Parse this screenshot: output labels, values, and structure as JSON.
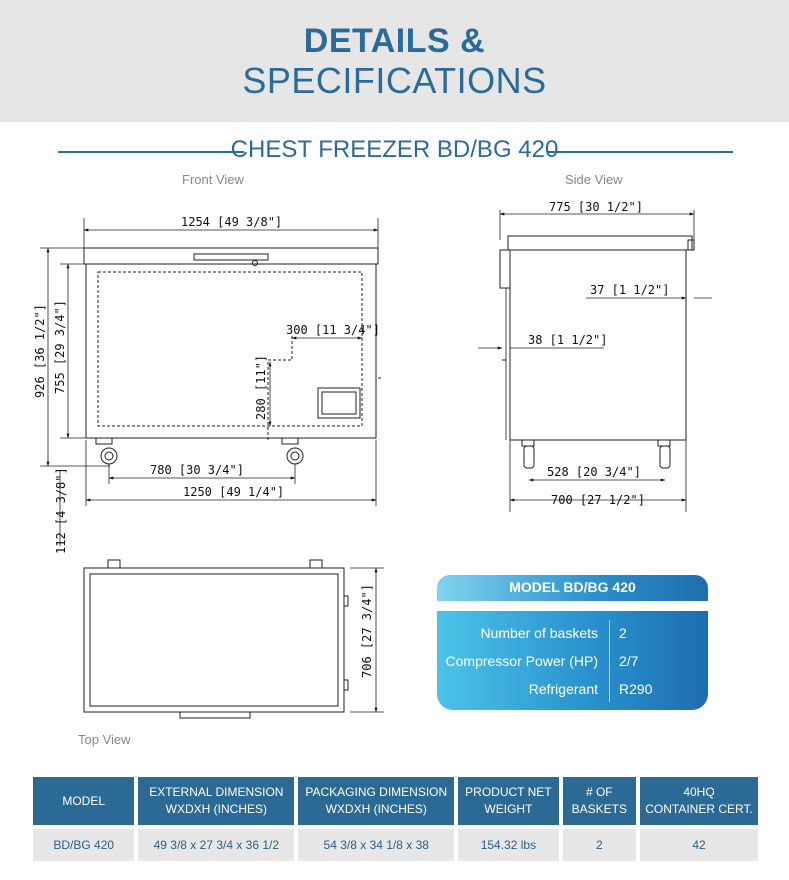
{
  "header": {
    "title_line1": "DETAILS &",
    "title_line2": "SPECIFICATIONS"
  },
  "subtitle": "CHEST FREEZER BD/BG 420",
  "views": {
    "front": "Front View",
    "side": "Side View",
    "top": "Top View"
  },
  "dimensions": {
    "front_width": "1254 [49 3/8\"]",
    "front_height": "926 [36 1/2\"]",
    "front_body_height": "755 [29 3/4\"]",
    "front_inner_w": "300 [11 3/4\"]",
    "front_inner_h": "280 [11\"]",
    "front_caster": "780 [30 3/4\"]",
    "front_base": "1250 [49 1/4\"]",
    "front_bottom": "112 [4 3/8\"]",
    "side_width": "775 [30 1/2\"]",
    "side_right_inset": "37 [1 1/2\"]",
    "side_left_inset": "38 [1 1/2\"]",
    "side_caster": "528 [20 3/4\"]",
    "side_base": "700 [27 1/2\"]",
    "top_depth": "706 [27 3/4\"]"
  },
  "model_card": {
    "title": "MODEL BD/BG 420",
    "specs": [
      {
        "label": "Number of baskets",
        "value": "2"
      },
      {
        "label": "Compressor Power (HP)",
        "value": "2/7"
      },
      {
        "label": "Refrigerant",
        "value": "R290"
      }
    ]
  },
  "table": {
    "headers": [
      [
        "MODEL"
      ],
      [
        "EXTERNAL DIMENSION",
        "WXDXH (INCHES)"
      ],
      [
        "PACKAGING DIMENSION",
        "WXDXH (INCHES)"
      ],
      [
        "PRODUCT NET",
        "WEIGHT"
      ],
      [
        "# OF",
        "BASKETS"
      ],
      [
        "40HQ",
        "CONTAINER CERT."
      ]
    ],
    "rows": [
      [
        "BD/BG 420",
        "49 3/8 x 27 3/4 x 36 1/2",
        "54 3/8 x 34 1/8 x 38",
        "154.32 lbs",
        "2",
        "42"
      ]
    ]
  },
  "colors": {
    "accent": "#2b6b99",
    "table_header": "#2b6a94",
    "card_light": "#4cc3e8",
    "card_dark": "#1e6db0"
  }
}
